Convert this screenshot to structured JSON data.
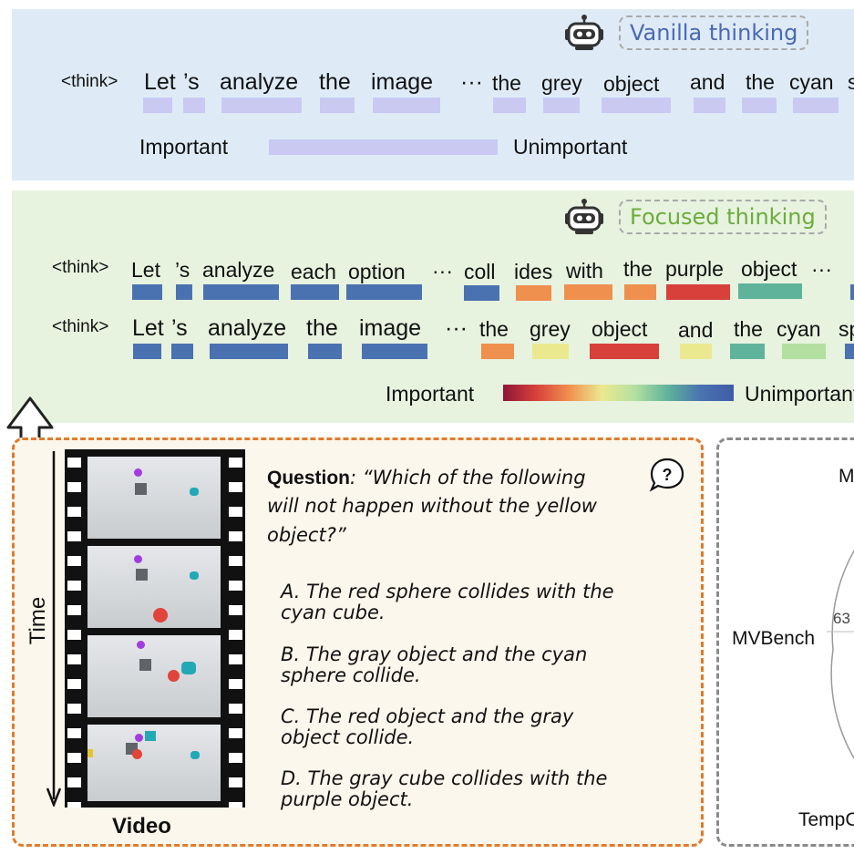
{
  "vanilla": {
    "badge": "Vanilla thinking",
    "think_tag": "<think>",
    "tokens": [
      "Let",
      "’s",
      "analyze",
      "the",
      "image",
      "···",
      "the",
      "grey",
      "object",
      "and",
      "the",
      "cyan",
      "s"
    ],
    "legend_left": "Important",
    "legend_right": "Unimportant",
    "bar_color": "#c9c9f2"
  },
  "focused": {
    "badge": "Focused thinking",
    "row1": {
      "think_tag": "<think>",
      "tokens": [
        "Let",
        "’s",
        "analyze",
        "each",
        "option",
        "···",
        "coll",
        "ides",
        "with",
        "the",
        "purple",
        "object",
        "···"
      ]
    },
    "row2": {
      "think_tag": "<think>",
      "tokens": [
        "Let",
        "’s",
        "analyze",
        "the",
        "image",
        "···",
        "the",
        "grey",
        "object",
        "and",
        "the",
        "cyan",
        "sp"
      ]
    },
    "legend_left": "Important",
    "legend_right": "Unimportant",
    "colors": {
      "blue": "#4a72b0",
      "orange": "#f0904e",
      "red": "#d7403b",
      "yellow": "#ebe98f",
      "teal": "#5fb39a",
      "green": "#b3e0a0"
    }
  },
  "video": {
    "time_label": "Time",
    "caption": "Video"
  },
  "question": {
    "label": "Question",
    "text_line1": ": “Which of the following",
    "text_line2": "will not happen without the yellow",
    "text_line3": "object?”",
    "icon": "question-bubble-icon",
    "options": [
      {
        "line1": "A. The red sphere collides with the",
        "line2": "cyan cube."
      },
      {
        "line1": "B. The gray object and the cyan",
        "line2": "sphere collide."
      },
      {
        "line1": "C. The red object and the gray",
        "line2": "object collide."
      },
      {
        "line1": "D. The gray cube collides with the",
        "line2": "purple object."
      }
    ]
  },
  "radar": {
    "top_label": "M",
    "left_label": "MVBench",
    "value_label": "63",
    "bottom_label": "TempC"
  },
  "icons": [
    "robot-icon",
    "up-arrow-icon"
  ]
}
